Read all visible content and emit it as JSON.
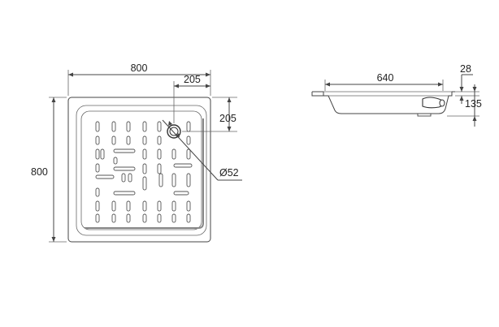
{
  "drawing": {
    "top_view": {
      "width_label": "800",
      "height_label": "800",
      "drain_offset_x_label": "205",
      "drain_offset_y_label": "205",
      "drain_diameter_label": "Ø52"
    },
    "side_view": {
      "inner_length_label": "640",
      "rim_thickness_label": "28",
      "total_height_label": "135"
    }
  }
}
